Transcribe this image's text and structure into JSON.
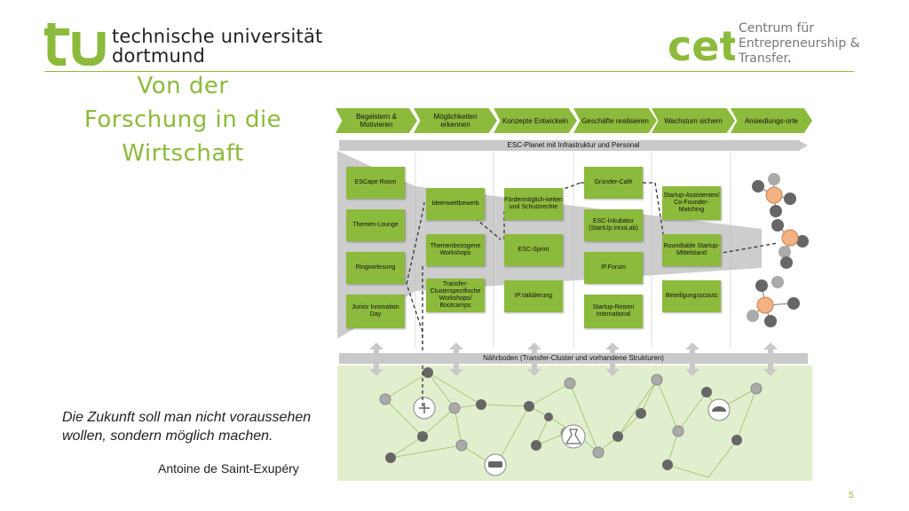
{
  "header": {
    "uni_line1": "technische universität",
    "uni_line2": "dortmund",
    "cet_logo": "cet",
    "cet_line1": "Centrum für",
    "cet_line2": "Entrepreneurship &",
    "cet_line3": "Transfer"
  },
  "title": {
    "line1": "Von der",
    "line2": "Forschung in die",
    "line3": "Wirtschaft"
  },
  "quote": {
    "text": "Die Zukunft soll man nicht voraussehen wollen, sondern möglich machen.",
    "author": "Antoine de Saint-Exupéry"
  },
  "page_number": "5",
  "diagram": {
    "phases": [
      "Begeistern & Motivieren",
      "Möglichkeiten erkennen",
      "Konzepte Entwickeln",
      "Geschäfte realisieren",
      "Wachstum sichern",
      "Ansiedlungs-orte"
    ],
    "planet_label": "ESC-Planet mit Infrastruktur und Personal",
    "naehrboden_label": "Nährboden (Transfer-Cluster und vorhandene Strukturen)",
    "col1": [
      "ESCape Room",
      "Themen-Lounge",
      "Ringvorlesung",
      "Junior Innovation Day"
    ],
    "col2": [
      "Ideenwettbewerb",
      "Themenbezogene Workshops",
      "Transfer-Clusterspezifische Workshops/ Bootcamps"
    ],
    "col3": [
      "Fördermöglich-keiten und Schutzrechte",
      "ESC-Sprint",
      "IP.Validierung"
    ],
    "col4": [
      "Gründer-Café",
      "ESC-Inkubator (StartUp.InnoLab)",
      "IP.Forum",
      "Startup-Reisen International"
    ],
    "col5": [
      "Startup-Assistenten/ Co-Founder-Matching",
      "Roundtable Startup-Mittelstand",
      "Beteiligungsscouts"
    ],
    "colors": {
      "green": "#8cba3c",
      "grey": "#c9c9c9",
      "orange": "#f4b183",
      "dark_node": "#666666"
    }
  }
}
